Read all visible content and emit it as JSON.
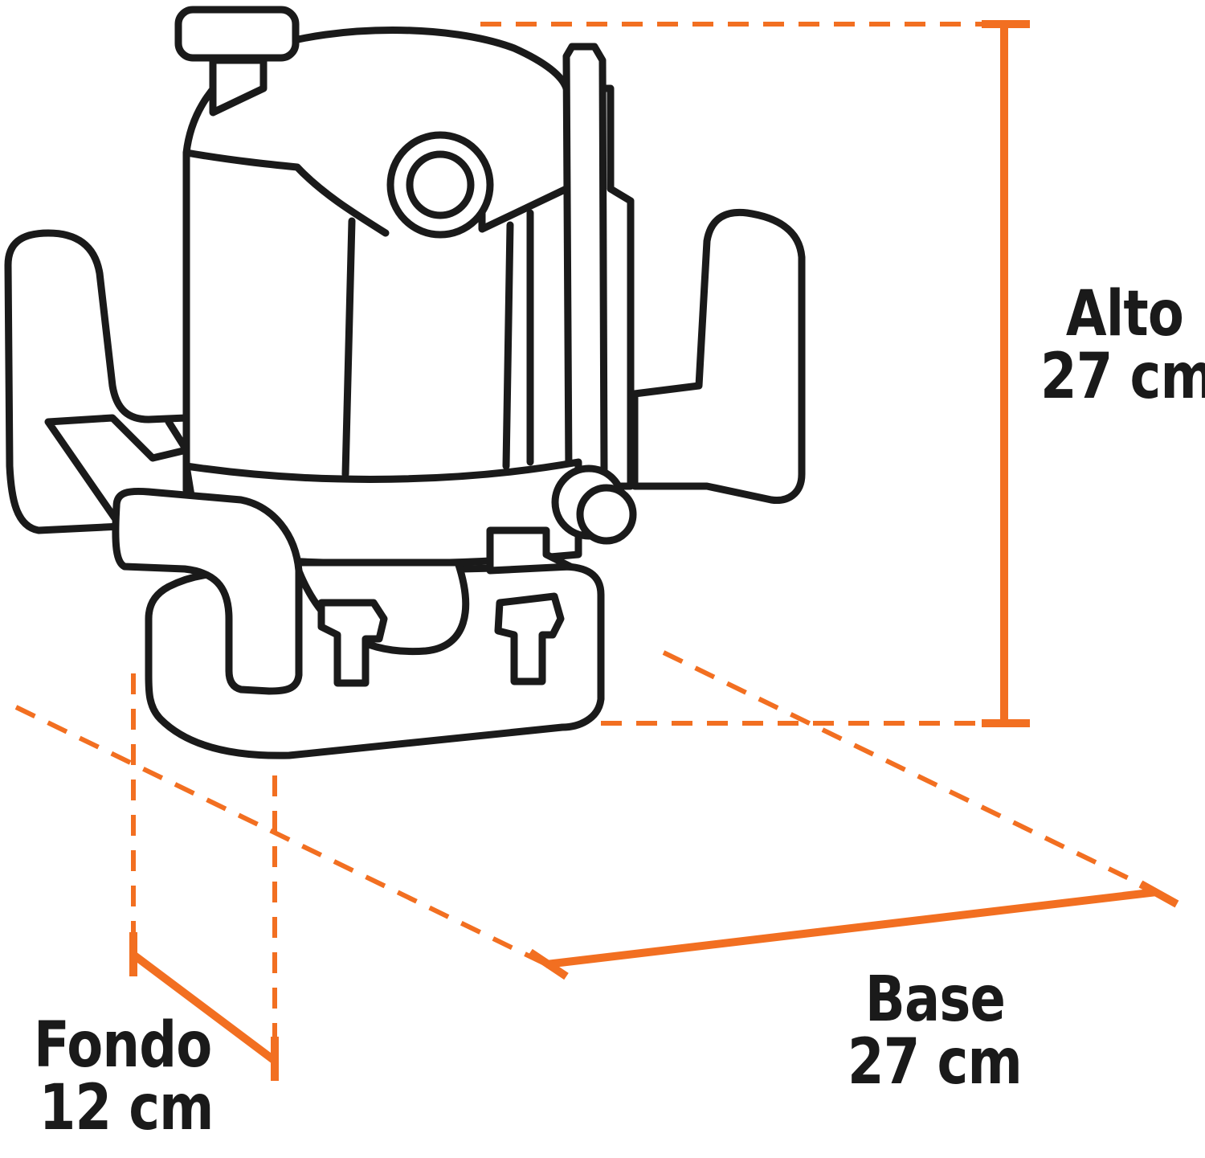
{
  "colors": {
    "outline": "#1a1a1a",
    "dimension": "#f26f21",
    "background": "#ffffff"
  },
  "dimensions": {
    "height": {
      "label": "Alto",
      "value": "27 cm"
    },
    "width": {
      "label": "Base",
      "value": "27 cm"
    },
    "depth": {
      "label": "Fondo",
      "value": "12 cm"
    }
  }
}
